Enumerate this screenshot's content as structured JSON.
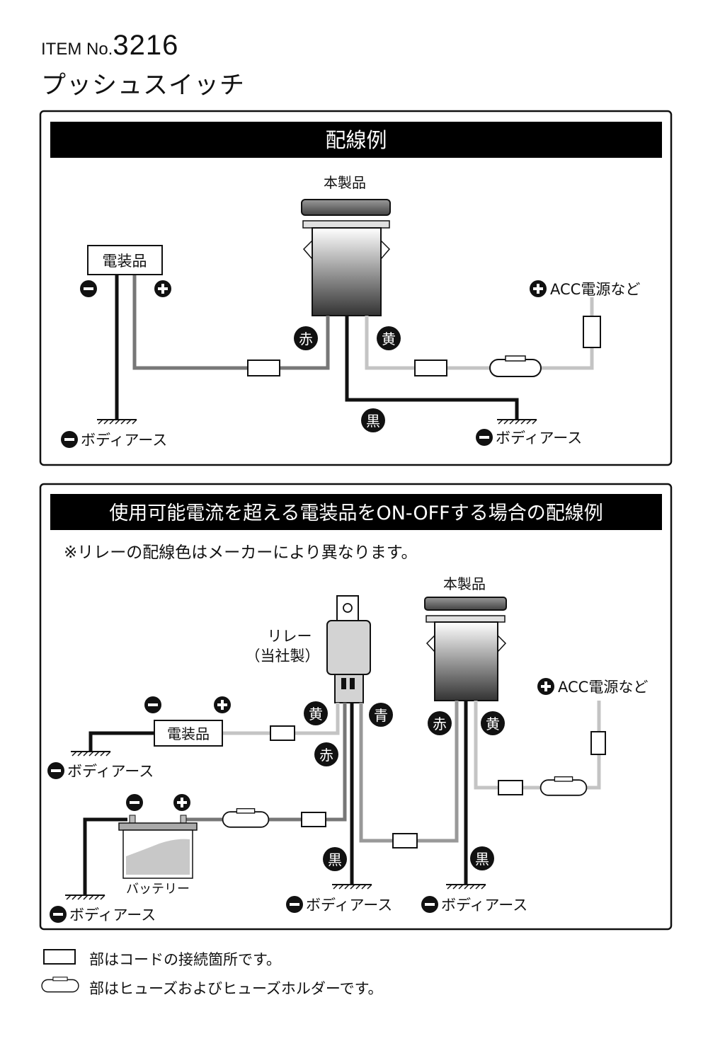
{
  "header": {
    "item_prefix": "ITEM No.",
    "item_number": "3216",
    "product_name": "プッシュスイッチ"
  },
  "diagram1": {
    "title": "配線例",
    "product_label": "本製品",
    "accessory_label": "電装品",
    "acc_label": "ACC電源など",
    "ground_label": "ボディアース",
    "wire_red": "赤",
    "wire_yellow": "黄",
    "wire_black": "黒",
    "minus_symbol": "−",
    "plus_symbol": "+"
  },
  "diagram2": {
    "title": "使用可能電流を超える電装品をON-OFFする場合の配線例",
    "note": "※リレーの配線色はメーカーにより異なります。",
    "product_label": "本製品",
    "relay_label_line1": "リレー",
    "relay_label_line2": "（当社製）",
    "accessory_label": "電装品",
    "battery_label": "バッテリー",
    "acc_label": "ACC電源など",
    "ground_label": "ボディアース",
    "wire_yellow": "黄",
    "wire_red": "赤",
    "wire_blue": "青",
    "wire_black": "黒"
  },
  "legend": {
    "connector_text": "部はコードの接続箇所です。",
    "fuse_text": "部はヒューズおよびヒューズホルダーです。"
  },
  "colors": {
    "wire_red": "#777777",
    "wire_yellow": "#c4c4c4",
    "wire_black": "#111111",
    "wire_blue": "#999999",
    "title_bar": "#000000"
  }
}
